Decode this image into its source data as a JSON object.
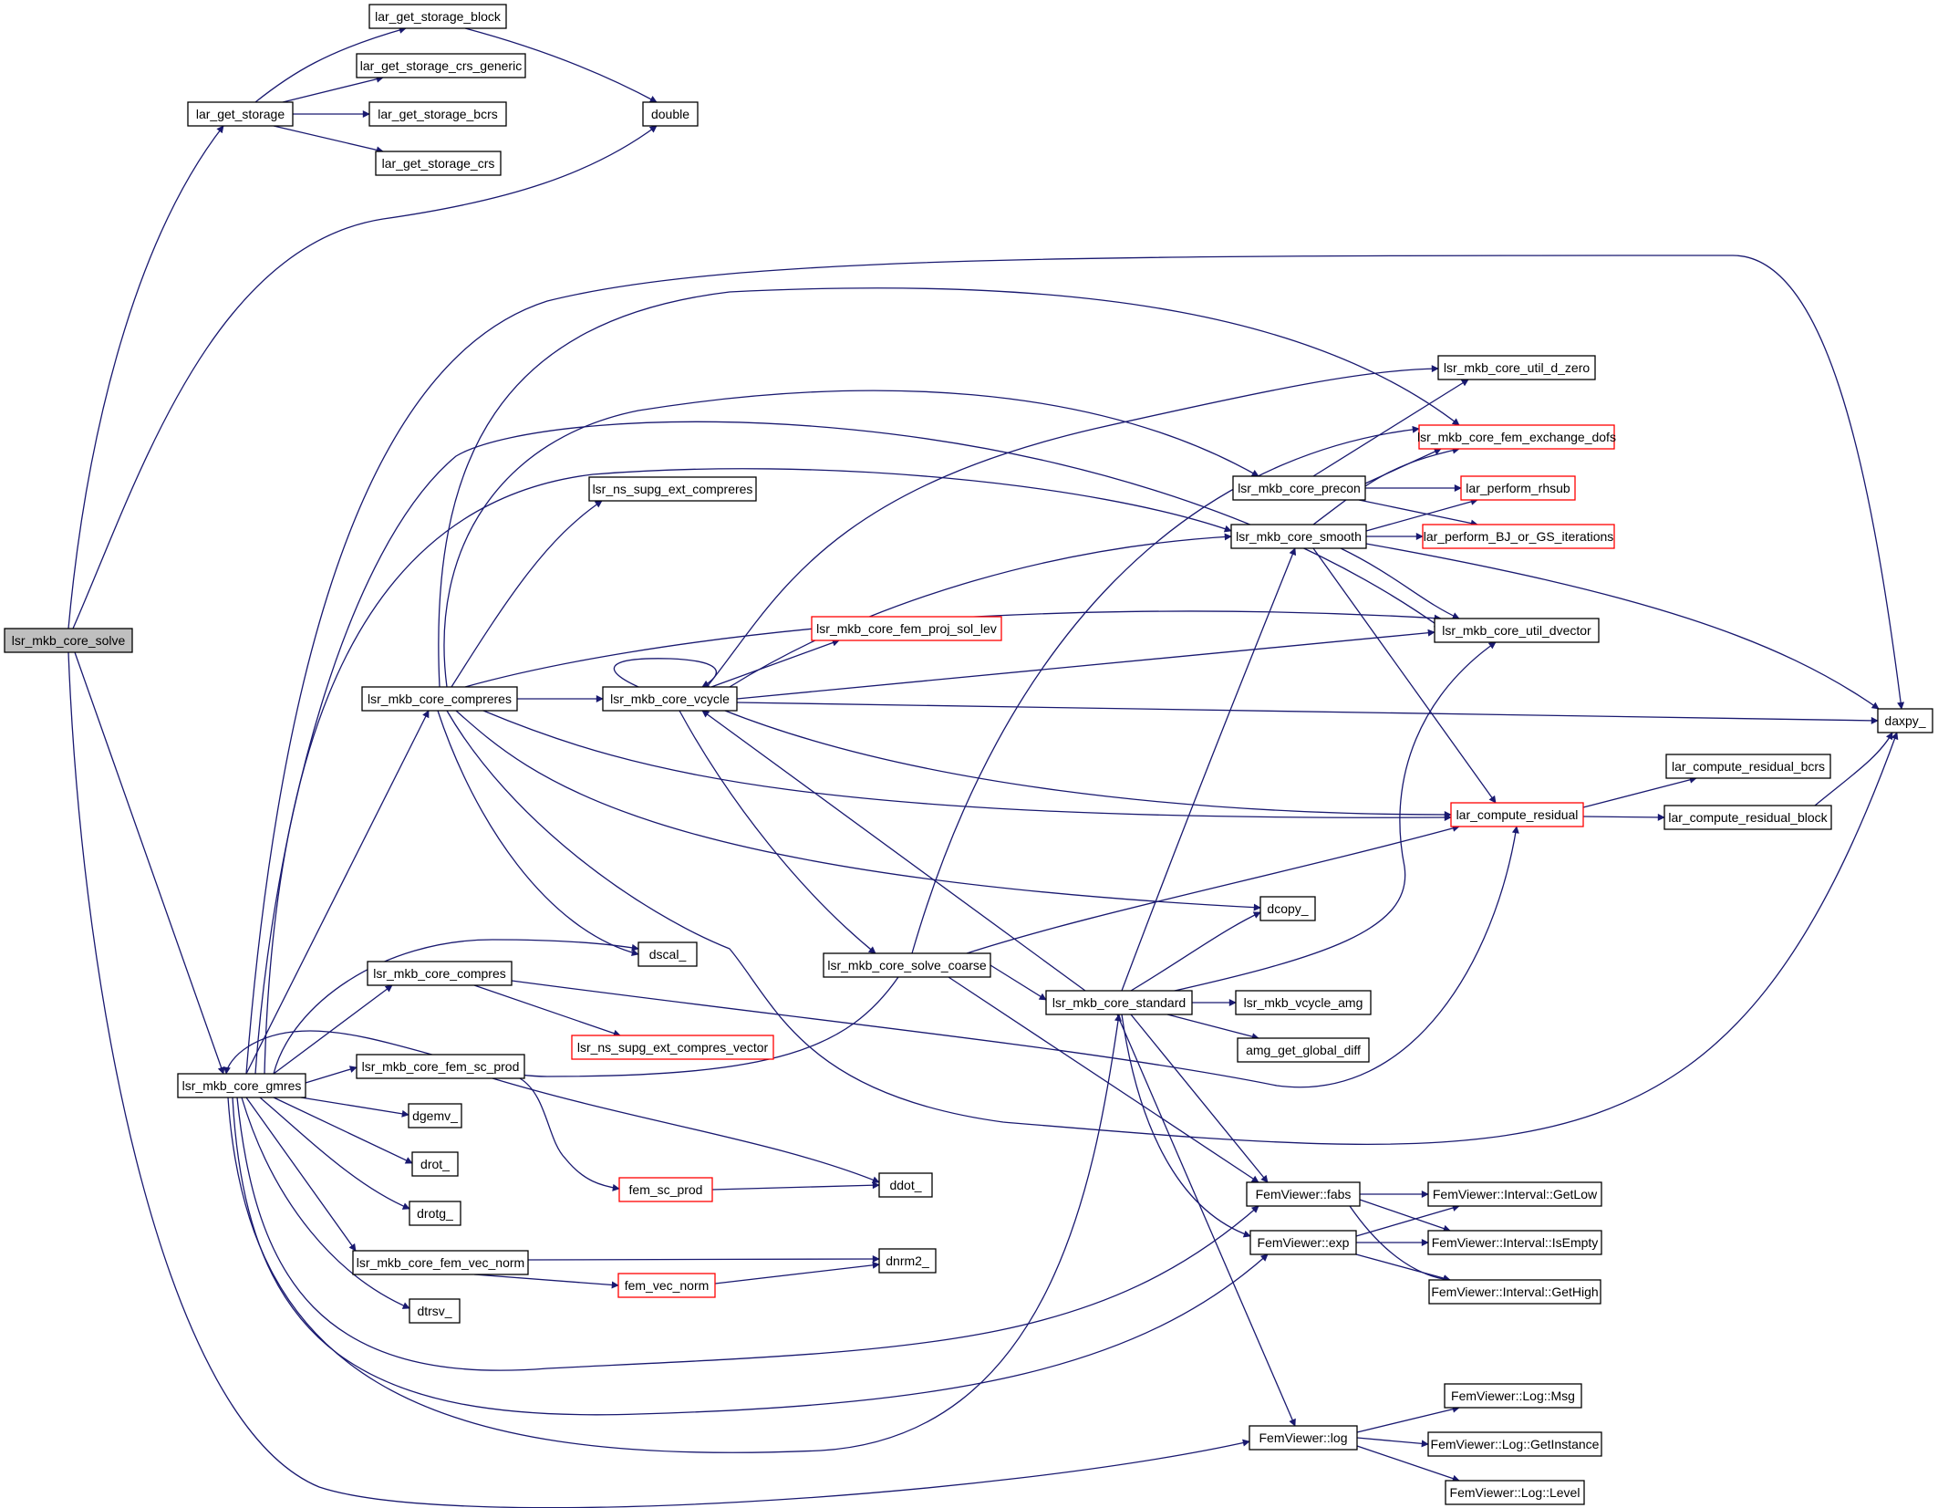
{
  "graph": {
    "colors": {
      "edge": "#191970",
      "node_border": "#000000",
      "highlight_border": "#ff0000",
      "root_fill": "#bfbfbf",
      "node_fill": "#ffffff"
    },
    "nodes": [
      {
        "id": "n_solve",
        "label": "lsr_mkb_core_solve",
        "root": true
      },
      {
        "id": "n_get_storage",
        "label": "lar_get_storage"
      },
      {
        "id": "n_gs_block",
        "label": "lar_get_storage_block"
      },
      {
        "id": "n_gs_crs_generic",
        "label": "lar_get_storage_crs_generic"
      },
      {
        "id": "n_gs_bcrs",
        "label": "lar_get_storage_bcrs"
      },
      {
        "id": "n_gs_crs",
        "label": "lar_get_storage_crs"
      },
      {
        "id": "n_double",
        "label": "double"
      },
      {
        "id": "n_gmres",
        "label": "lsr_mkb_core_gmres"
      },
      {
        "id": "n_compreres",
        "label": "lsr_mkb_core_compreres"
      },
      {
        "id": "n_ns_supg_compreres",
        "label": "lsr_ns_supg_ext_compreres"
      },
      {
        "id": "n_vcycle",
        "label": "lsr_mkb_core_vcycle"
      },
      {
        "id": "n_proj_sol_lev",
        "label": "lsr_mkb_core_fem_proj_sol_lev",
        "red": true
      },
      {
        "id": "n_solve_coarse",
        "label": "lsr_mkb_core_solve_coarse"
      },
      {
        "id": "n_standard",
        "label": "lsr_mkb_core_standard"
      },
      {
        "id": "n_precon",
        "label": "lsr_mkb_core_precon"
      },
      {
        "id": "n_smooth",
        "label": "lsr_mkb_core_smooth"
      },
      {
        "id": "n_d_zero",
        "label": "lsr_mkb_core_util_d_zero"
      },
      {
        "id": "n_exchange_dofs",
        "label": "lsr_mkb_core_fem_exchange_dofs",
        "red": true
      },
      {
        "id": "n_rhsub",
        "label": "lar_perform_rhsub",
        "red": true
      },
      {
        "id": "n_bj_gs",
        "label": "lar_perform_BJ_or_GS_iterations",
        "red": true
      },
      {
        "id": "n_dvector",
        "label": "lsr_mkb_core_util_dvector"
      },
      {
        "id": "n_daxpy",
        "label": "daxpy_"
      },
      {
        "id": "n_compute_residual",
        "label": "lar_compute_residual",
        "red": true
      },
      {
        "id": "n_residual_bcrs",
        "label": "lar_compute_residual_bcrs"
      },
      {
        "id": "n_residual_block",
        "label": "lar_compute_residual_block"
      },
      {
        "id": "n_dcopy",
        "label": "dcopy_"
      },
      {
        "id": "n_dscal",
        "label": "dscal_"
      },
      {
        "id": "n_compres",
        "label": "lsr_mkb_core_compres"
      },
      {
        "id": "n_ns_supg_compres_vec",
        "label": "lsr_ns_supg_ext_compres_vector",
        "red": true
      },
      {
        "id": "n_vcycle_amg",
        "label": "lsr_mkb_vcycle_amg"
      },
      {
        "id": "n_amg_global_diff",
        "label": "amg_get_global_diff"
      },
      {
        "id": "n_sc_prod",
        "label": "lsr_mkb_core_fem_sc_prod"
      },
      {
        "id": "n_fem_sc_prod",
        "label": "fem_sc_prod",
        "red": true
      },
      {
        "id": "n_ddot",
        "label": "ddot_"
      },
      {
        "id": "n_dgemv",
        "label": "dgemv_"
      },
      {
        "id": "n_drot",
        "label": "drot_"
      },
      {
        "id": "n_drotg",
        "label": "drotg_"
      },
      {
        "id": "n_vec_norm",
        "label": "lsr_mkb_core_fem_vec_norm"
      },
      {
        "id": "n_fem_vec_norm",
        "label": "fem_vec_norm",
        "red": true
      },
      {
        "id": "n_dnrm2",
        "label": "dnrm2_"
      },
      {
        "id": "n_dtrsv",
        "label": "dtrsv_"
      },
      {
        "id": "n_fabs",
        "label": "FemViewer::fabs"
      },
      {
        "id": "n_exp",
        "label": "FemViewer::exp"
      },
      {
        "id": "n_getlow",
        "label": "FemViewer::Interval::GetLow"
      },
      {
        "id": "n_isempty",
        "label": "FemViewer::Interval::IsEmpty"
      },
      {
        "id": "n_gethigh",
        "label": "FemViewer::Interval::GetHigh"
      },
      {
        "id": "n_log",
        "label": "FemViewer::log"
      },
      {
        "id": "n_log_msg",
        "label": "FemViewer::Log::Msg"
      },
      {
        "id": "n_log_getinstance",
        "label": "FemViewer::Log::GetInstance"
      },
      {
        "id": "n_log_level",
        "label": "FemViewer::Log::Level"
      }
    ]
  }
}
